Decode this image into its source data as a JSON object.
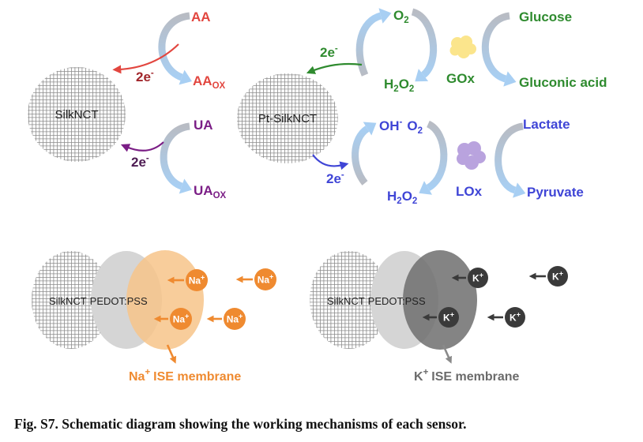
{
  "colors": {
    "aa": "#e2463f",
    "aa_electrons": "#a1262b",
    "ua": "#7b1e86",
    "ua_electrons": "#4d1a52",
    "glucose": "#2f8b2f",
    "lactate": "#3f45d6",
    "sodium": "#ef8a30",
    "sodium_membrane": "#f7c48a",
    "potassium": "#3a3a3a",
    "potassium_membrane": "#6e6e6e",
    "potassium_label": "#6b6b6b",
    "pedot": "#d5d5d5",
    "arc_gray": "#b8bcc4",
    "arc_blue": "#a8cff3",
    "gox_enzyme": "#fbe58c",
    "lox_enzyme": "#b9a3de",
    "ion_text": "#ffffff",
    "down_arrow_gray": "#8a8a8a"
  },
  "diagram": {
    "aa_ua_sensor": {
      "electrode": "SilkNCT",
      "aa": {
        "reactant": "AA",
        "electrons": "2e",
        "electrons_charge": "-",
        "product": "AA",
        "product_subscript": "OX"
      },
      "ua": {
        "reactant": "UA",
        "electrons": "2e",
        "electrons_charge": "-",
        "product": "UA",
        "product_subscript": "OX"
      }
    },
    "glucose_lactate_sensor": {
      "electrode": "Pt-SilkNCT",
      "glucose": {
        "oxygen": "O",
        "oxygen_subscript": "2",
        "electrons": "2e",
        "electrons_charge": "-",
        "peroxide": {
          "h": "H",
          "h_subscript": "2",
          "o": "O",
          "o_subscript": "2"
        },
        "enzyme": "GOx",
        "substrate": "Glucose",
        "product": "Gluconic acid"
      },
      "lactate": {
        "hydroxide": "OH",
        "hydroxide_charge": "-",
        "oxygen": "O",
        "oxygen_subscript": "2",
        "electrons": "2e",
        "electrons_charge": "-",
        "peroxide": {
          "h": "H",
          "h_subscript": "2",
          "o": "O",
          "o_subscript": "2"
        },
        "enzyme": "LOx",
        "substrate": "Lactate",
        "product": "Pyruvate"
      }
    },
    "sodium_sensor": {
      "electrode": "SilkNCT",
      "transducer": "PEDOT:PSS",
      "ion": "Na",
      "ion_charge": "+",
      "membrane_label": "ISE membrane"
    },
    "potassium_sensor": {
      "electrode": "SilkNCT",
      "transducer": "PEDOT:PSS",
      "ion": "K",
      "ion_charge": "+",
      "membrane_label": "ISE membrane"
    }
  },
  "caption": "Fig. S7. Schematic diagram showing the working mechanisms of each sensor."
}
